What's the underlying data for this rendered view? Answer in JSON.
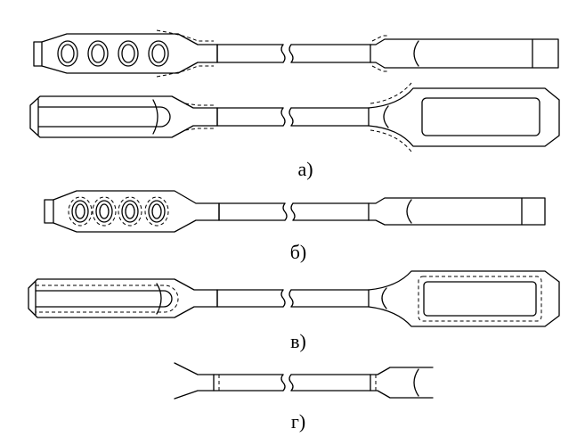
{
  "labels": {
    "a": "а)",
    "b": "б)",
    "v": "в)",
    "g": "г)"
  },
  "colors": {
    "stroke": "#000000",
    "background": "#ffffff"
  }
}
